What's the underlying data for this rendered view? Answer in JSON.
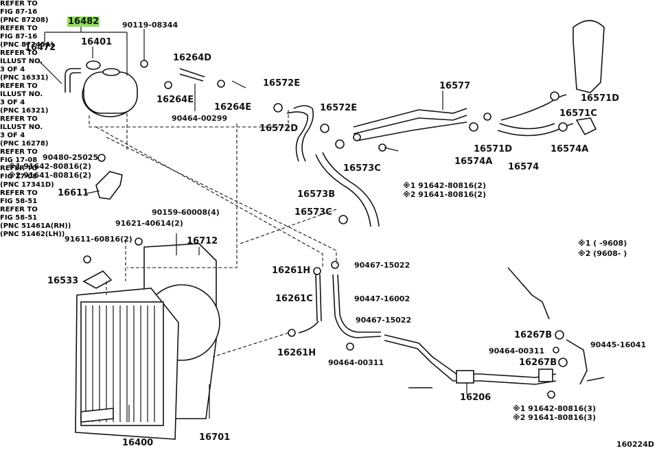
{
  "labels": {
    "p16482": "16482",
    "p16472": "16472",
    "p16401": "16401",
    "p90119_08344": "90119-08344",
    "p16264d": "16264D",
    "p16264e_a": "16264E",
    "p16264e_b": "16264E",
    "p90464_00299": "90464-00299",
    "p90480_25025": "90480-25025",
    "p91642_a": "※1 91642-80816(2)",
    "p91641_a": "※2 91641-80816(2)",
    "p16611": "16611",
    "p16572e_a": "16572E",
    "p16572e_b": "16572E",
    "p16572d": "16572D",
    "p16573c_a": "16573C",
    "p16573b": "16573B",
    "p16573c_b": "16573C",
    "p16577": "16577",
    "p16571d_a": "16571D",
    "p16571c": "16571C",
    "p16571d_b": "16571D",
    "p16574a_a": "16574A",
    "p16574a_b": "16574A",
    "p16574": "16574",
    "p91642_b": "※1 91642-80816(2)",
    "p91641_b": "※2 91641-80816(2)",
    "p90159_60008": "90159-60008(4)",
    "p91621_40614": "91621-40614(2)",
    "p91611_60816": "91611-60816(2)",
    "p16712": "16712",
    "p16533": "16533",
    "p16261h_a": "16261H",
    "p16261c": "16261C",
    "p16261h_b": "16261H",
    "p90467_15022_a": "90467-15022",
    "p90447_16002": "90447-16002",
    "p90467_15022_b": "90467-15022",
    "p90464_00311_a": "90464-00311",
    "p16400": "16400",
    "p16701": "16701",
    "p16206": "16206",
    "p16267b_a": "16267B",
    "p90445_16041": "90445-16041",
    "p90464_00311_b": "90464-00311",
    "p16267b_b": "16267B",
    "p91642_c": "※1 91642-80816(3)",
    "p91641_c": "※2 91641-80816(3)",
    "note1": "※1 (      -9608)",
    "note2": "※2 (9608-      )",
    "diagram_id": "160224D"
  },
  "refs": {
    "r1": "REFER TO\nFIG 87-16\n(PNC 87208)",
    "r2": "REFER TO\nILLUST NO.\n3 OF 4\n(PNC 16331)",
    "r3": "REFER TO\nFIG 87-16\n(PNC 87245A)",
    "r4": "REFER TO\nILLUST NO.\n3 OF 4\n(PNC 16321)",
    "r5": "REFER TO\nILLUST NO.\n3 OF 4\n(PNC 16278)",
    "r6": "REFER TO\nFIG 58-51",
    "r7": "REFER TO\nFIG 58-51\n(PNC 51461A(RH))\n(PNC 51462(LH))",
    "r8": "REFER TO\nFIG 17-08\n(PNC 17341D)",
    "r9": "REFER TO\nFIG 17-08"
  }
}
